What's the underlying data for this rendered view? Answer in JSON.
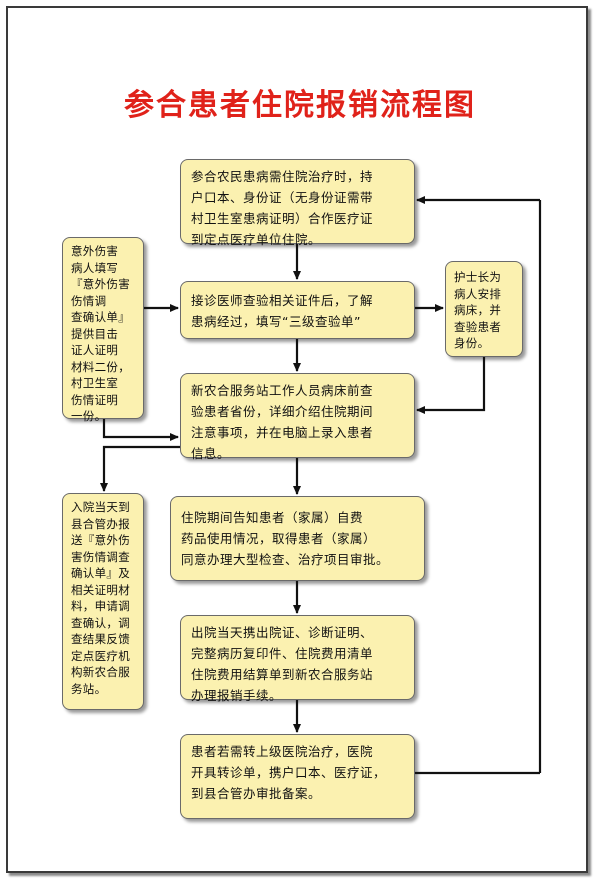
{
  "title": "参合患者住院报销流程图",
  "steps": [
    "参合农民患病需住院治疗时，持\n户口本、身份证（无身份证需带\n村卫生室患病证明）合作医疗证\n到定点医疗单位住院。",
    "接诊医师查验相关证件后，了解\n患病经过，填写“三级查验单”",
    "新农合服务站工作人员病床前查\n验患者省份，详细介绍住院期间\n注意事项，并在电脑上录入患者\n信息。",
    "住院期间告知患者（家属）自费\n药品使用情况，取得患者（家属）\n同意办理大型检查、治疗项目审批。",
    "出院当天携出院证、诊断证明、\n完整病历复印件、住院费用清单\n住院费用结算单到新农合服务站\n办理报销手续。",
    "患者若需转上级医院治疗，医院\n开具转诊单，携户口本、医疗证，\n到县合管办审批备案。"
  ],
  "side_notes": {
    "injury_form": "意外伤害\n病人填写\n『意外伤害伤情调\n查确认单』\n提供目击\n证人证明\n材料二份，\n村卫生室\n伤情证明\n一份。",
    "head_nurse": "护士长为\n病人安排\n病床，并\n查验患者\n身份。",
    "county_report": "入院当天到\n县合管办报\n送『意外伤\n害伤情调查\n确认单』及\n相关证明材\n料，申请调\n查确认，调\n查结果反馈\n定点医疗机\n构新农合服\n务站。"
  },
  "colors": {
    "title": "#e0221a",
    "box_fill": "#fbf1b0",
    "box_border": "#6a6a6a",
    "arrow": "#111111"
  }
}
